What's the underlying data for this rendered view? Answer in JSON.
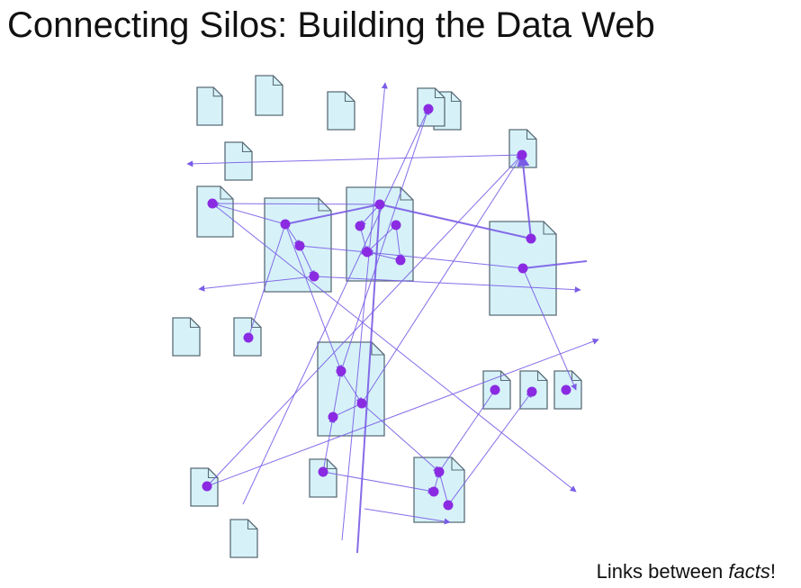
{
  "slide": {
    "title": "Connecting Silos: Building the Data Web",
    "caption": {
      "prefix": "Links between ",
      "emphasis": "facts",
      "suffix": "!"
    }
  },
  "colors": {
    "doc_fill": "#d6f2f8",
    "doc_stroke": "#5a6c78",
    "link": "#7a5ce6",
    "fact": "#8a2be2"
  },
  "icons": [
    "document-icon",
    "fact-node",
    "link-arrow"
  ]
}
